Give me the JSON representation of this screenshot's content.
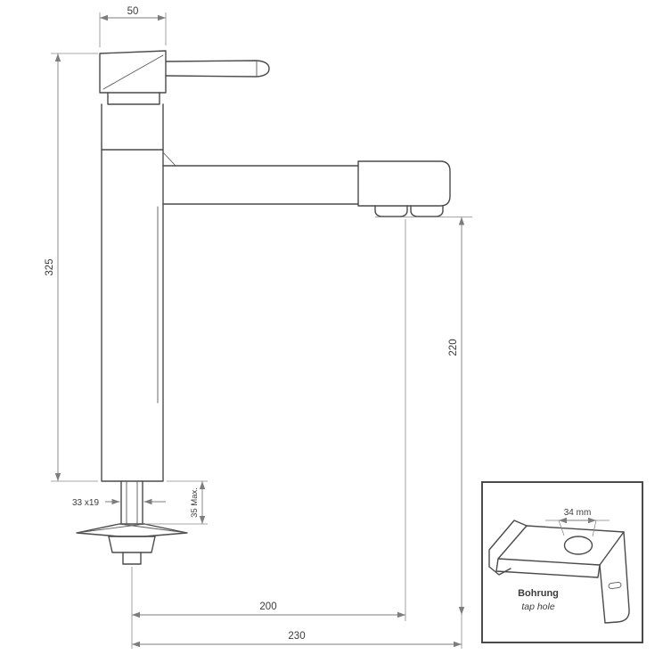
{
  "drawing": {
    "dim_top_width": "50",
    "dim_total_height": "325",
    "dim_spout_height": "220",
    "dim_base": "33 x19",
    "dim_deck_max": "35 Max.",
    "dim_reach_center": "200",
    "dim_reach_overall": "230"
  },
  "inset": {
    "dim_hole": "34 mm",
    "label_primary": "Bohrung",
    "label_secondary": "tap hole"
  },
  "colors": {
    "object_line": "#4a4a4a",
    "dimension_line": "#7d7d7d",
    "text": "#3c3c3c",
    "background": "#ffffff"
  }
}
